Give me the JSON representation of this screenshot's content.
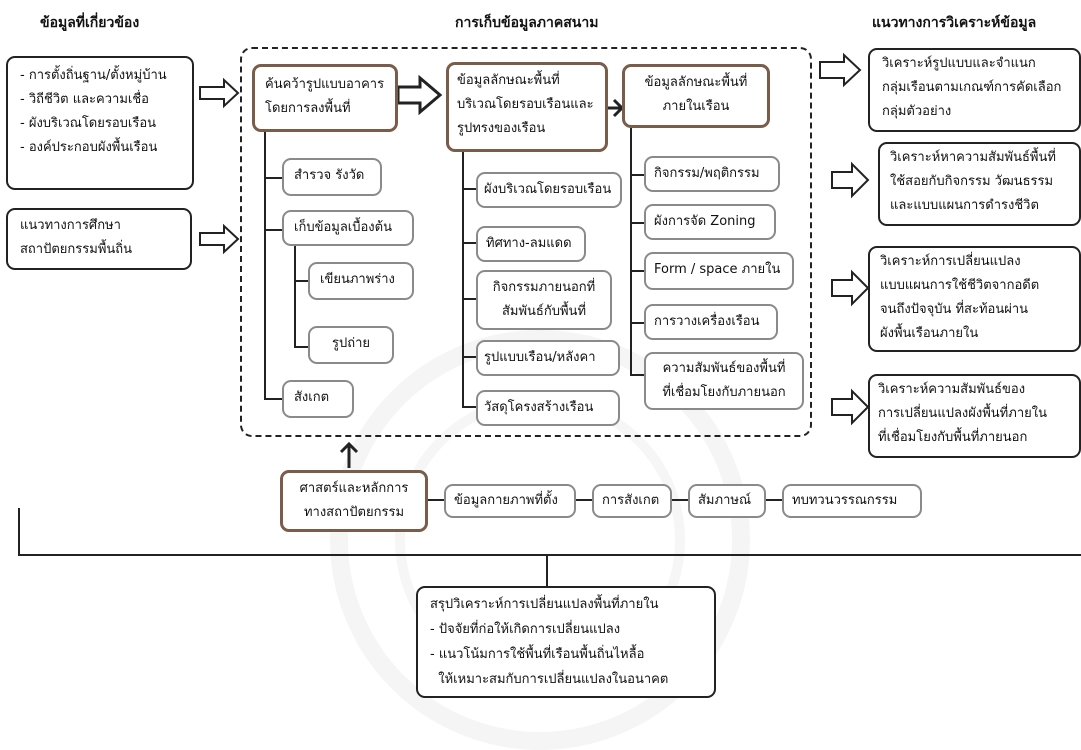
{
  "headers": {
    "related_info": "ข้อมูลที่เกี่ยวข้อง",
    "field_collection": "การเก็บข้อมูลภาคสนาม",
    "analysis_approach": "แนวทางการวิเคราะห์ข้อมูล"
  },
  "related_info_list": [
    "- การตั้งถิ่นฐาน/ตั้งหมู่บ้าน",
    "- วิถีชีวิต และความเชื่อ",
    "- ผังบริเวณโดยรอบเรือน",
    "- องค์ประกอบผังพื้นเรือน"
  ],
  "study_approach": [
    "แนวทางการศึกษา",
    "สถาปัตยกรรมพื้นถิ่น"
  ],
  "research": {
    "title": [
      "ค้นคว้ารูปแบบอาคาร",
      "โดยการลงพื้นที่"
    ],
    "survey": "สำรวจ รังวัด",
    "basic_data": "เก็บข้อมูลเบื้องต้น",
    "sketch": "เขียนภาพร่าง",
    "photo": "รูปถ่าย",
    "observe": "สังเกต"
  },
  "surroundings": {
    "title": [
      "ข้อมูลลักษณะพื้นที่",
      "บริเวณโดยรอบเรือนและ",
      "รูปทรงของเรือน"
    ],
    "items": [
      [
        "ผังบริเวณโดยรอบเรือน"
      ],
      [
        "ทิศทาง-ลมแดด"
      ],
      [
        "กิจกรรมภายนอกที่",
        "สัมพันธ์กับพื้นที่"
      ],
      [
        "รูปแบบเรือน/หลังคา"
      ],
      [
        "วัสดุโครงสร้างเรือน"
      ]
    ]
  },
  "interior": {
    "title": [
      "ข้อมูลลักษณะพื้นที่",
      "ภายในเรือน"
    ],
    "items": [
      [
        "กิจกรรม/พฤติกรรม"
      ],
      [
        "ผังการจัด Zoning"
      ],
      [
        "Form / space ภายใน"
      ],
      [
        "การวางเครื่องเรือน"
      ],
      [
        "ความสัมพันธ์ของพื้นที่",
        "ที่เชื่อมโยงกับภายนอก"
      ]
    ]
  },
  "analysis": [
    [
      "วิเคราะห์รูปแบบและจำแนก",
      "กลุ่มเรือนตามเกณฑ์การคัดเลือก",
      "กลุ่มตัวอย่าง"
    ],
    [
      "วิเคราะห์หาความสัมพันธ์พื้นที่",
      "ใช้สอยกับกิจกรรม วัฒนธรรม",
      "และแบบแผนการดำรงชีวิต"
    ],
    [
      "วิเคราะห์การเปลี่ยนแปลง",
      "แบบแผนการใช้ชีวิตจากอดีต",
      "จนถึงปัจจุบัน ที่สะท้อนผ่าน",
      "ผังพื้นเรือนภายใน"
    ],
    [
      "วิเคราะห์ความสัมพันธ์ของ",
      "การเปลี่ยนแปลงผังพื้นที่ภายใน",
      "ที่เชื่อมโยงกับพื้นที่ภายนอก"
    ]
  ],
  "principles": {
    "title": [
      "ศาสตร์และหลักการ",
      "ทางสถาปัตยกรรม"
    ],
    "chain": [
      "ข้อมูลกายภาพที่ตั้ง",
      "การสังเกต",
      "สัมภาษณ์",
      "ทบทวนวรรณกรรม"
    ]
  },
  "summary": [
    "สรุปวิเคราะห์การเปลี่ยนแปลงพื้นที่ภายใน",
    "- ปัจจัยที่ก่อให้เกิดการเปลี่ยนแปลง",
    "- แนวโน้มการใช้พื้นที่เรือนพื้นถิ่นไหลื้อ",
    "  ให้เหมาะสมกับการเปลี่ยนแปลงในอนาคต"
  ],
  "colors": {
    "accent_brown": "#7a5c4a",
    "gray_border": "#8a8a8a",
    "line": "#222222"
  }
}
